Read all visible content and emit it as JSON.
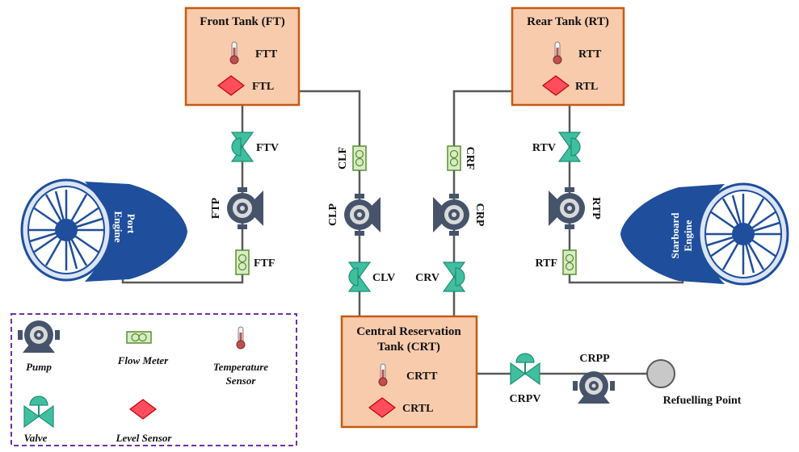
{
  "tanks": {
    "front": {
      "title": "Front Tank (FT)",
      "temp": "FTT",
      "level": "FTL"
    },
    "rear": {
      "title": "Rear Tank (RT)",
      "temp": "RTT",
      "level": "RTL"
    },
    "central": {
      "title_line1": "Central Reservation",
      "title_line2": "Tank (CRT)",
      "temp": "CRTT",
      "level": "CRTL"
    }
  },
  "components": {
    "ftv": "FTV",
    "ftp": "FTP",
    "ftf": "FTF",
    "clf": "CLF",
    "clp": "CLP",
    "clv": "CLV",
    "crf": "CRF",
    "crp": "CRP",
    "crv": "CRV",
    "rtv": "RTV",
    "rtp": "RTP",
    "rtf": "RTF",
    "crpv": "CRPV",
    "crpp": "CRPP",
    "refuel": "Refuelling Point"
  },
  "engines": {
    "port_line1": "Port",
    "port_line2": "Engine",
    "starboard_line1": "Starboard",
    "starboard_line2": "Engine"
  },
  "legend": {
    "pump": "Pump",
    "flow_meter": "Flow Meter",
    "temp_line1": "Temperature",
    "temp_line2": "Sensor",
    "valve": "Valve",
    "level": "Level Sensor"
  },
  "colors": {
    "tank_fill": "#f8cbad",
    "tank_border": "#c55a11",
    "valve": "#3fbf9f",
    "flow_meter": "#d8ecc4",
    "level_sensor": "#ff4d5e",
    "pump": "#46536b",
    "engine": "#1f4e9c",
    "legend_border": "#7030a0"
  }
}
